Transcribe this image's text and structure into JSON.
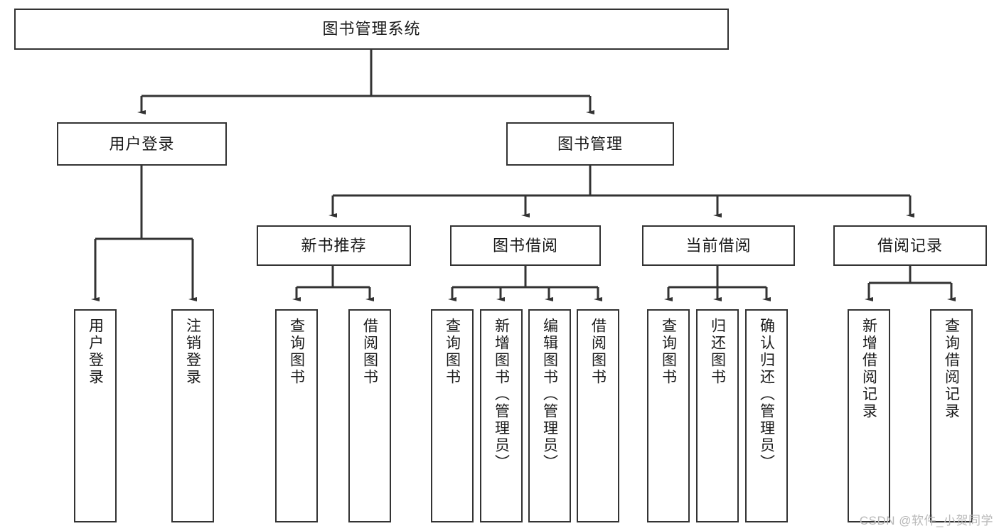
{
  "diagram": {
    "title": "图书管理系统",
    "type": "tree-hierarchy",
    "root": {
      "label": "图书管理系统"
    },
    "level1": [
      {
        "id": "user-login",
        "label": "用户登录"
      },
      {
        "id": "book-management",
        "label": "图书管理"
      }
    ],
    "level2": [
      {
        "id": "new-book-recommend",
        "label": "新书推荐",
        "parent": "book-management"
      },
      {
        "id": "book-borrow",
        "label": "图书借阅",
        "parent": "book-management"
      },
      {
        "id": "current-borrow",
        "label": "当前借阅",
        "parent": "book-management"
      },
      {
        "id": "borrow-record",
        "label": "借阅记录",
        "parent": "book-management"
      }
    ],
    "leaves": [
      {
        "id": "leaf-user-login",
        "label": "用户登录",
        "parent": "user-login"
      },
      {
        "id": "leaf-logout",
        "label": "注销登录",
        "parent": "user-login"
      },
      {
        "id": "leaf-query-book-1",
        "label": "查询图书",
        "parent": "new-book-recommend"
      },
      {
        "id": "leaf-borrow-book-1",
        "label": "借阅图书",
        "parent": "new-book-recommend"
      },
      {
        "id": "leaf-query-book-2",
        "label": "查询图书",
        "parent": "book-borrow"
      },
      {
        "id": "leaf-add-book",
        "label": "新增图书（管理员）",
        "parent": "book-borrow"
      },
      {
        "id": "leaf-edit-book",
        "label": "编辑图书（管理员）",
        "parent": "book-borrow"
      },
      {
        "id": "leaf-borrow-book-2",
        "label": "借阅图书",
        "parent": "book-borrow"
      },
      {
        "id": "leaf-query-book-3",
        "label": "查询图书",
        "parent": "current-borrow"
      },
      {
        "id": "leaf-return-book",
        "label": "归还图书",
        "parent": "current-borrow"
      },
      {
        "id": "leaf-confirm-return",
        "label": "确认归还（管理员）",
        "parent": "current-borrow"
      },
      {
        "id": "leaf-add-record",
        "label": "新增借阅记录",
        "parent": "borrow-record"
      },
      {
        "id": "leaf-query-record",
        "label": "查询借阅记录",
        "parent": "borrow-record"
      }
    ],
    "colors": {
      "stroke": "#333333",
      "fill": "#ffffff",
      "text": "#1a1a1a",
      "watermark": "#b9b9b9"
    }
  },
  "watermark": {
    "text": "CSDN @软件_小贺同学"
  }
}
